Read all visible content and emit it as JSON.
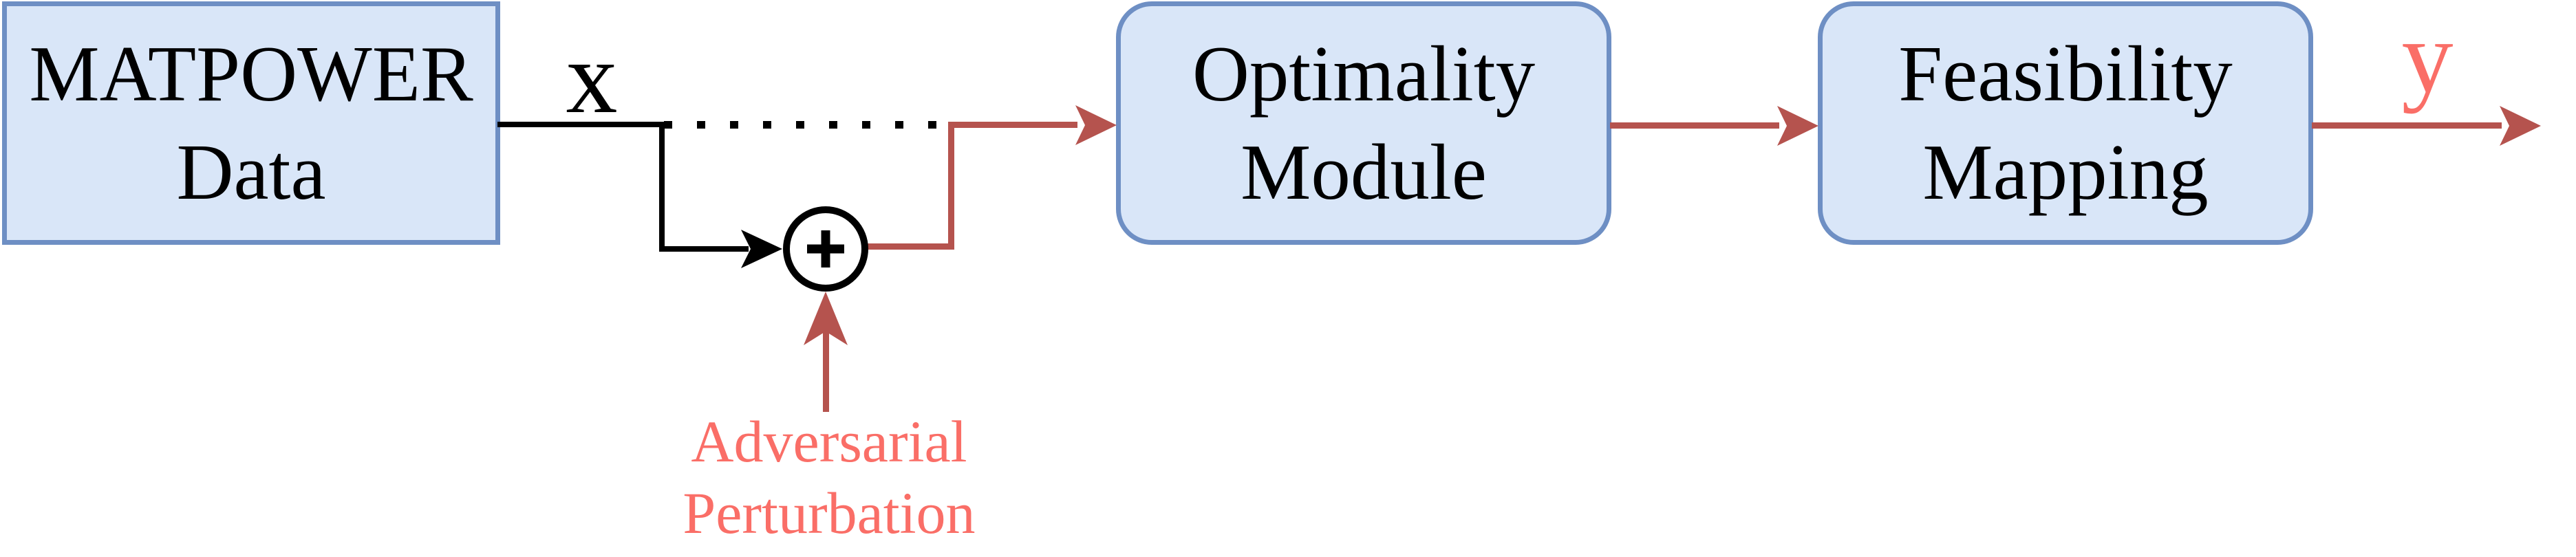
{
  "diagram": {
    "nodes": [
      {
        "id": "matpower-data",
        "shape": "rectangle",
        "lines": [
          "MATPOWER",
          "Data"
        ]
      },
      {
        "id": "optimality-module",
        "shape": "rounded",
        "lines": [
          "Optimality",
          "Module"
        ]
      },
      {
        "id": "feasibility-mapping",
        "shape": "rounded",
        "lines": [
          "Feasibility",
          "Mapping"
        ]
      }
    ],
    "edge_labels": {
      "input_signal": "x",
      "output_signal": "y",
      "perturbation": [
        "Adversarial",
        "Perturbation"
      ]
    },
    "icons": {
      "sum_junction": "plus-circle",
      "arrowheads": "stealth-triangle"
    },
    "colors": {
      "node_fill": "#d9e6f8",
      "node_border": "#6e8fc4",
      "signal_black": "#000000",
      "arrow_red": "#b5534e",
      "label_red": "#fa6e67"
    }
  }
}
